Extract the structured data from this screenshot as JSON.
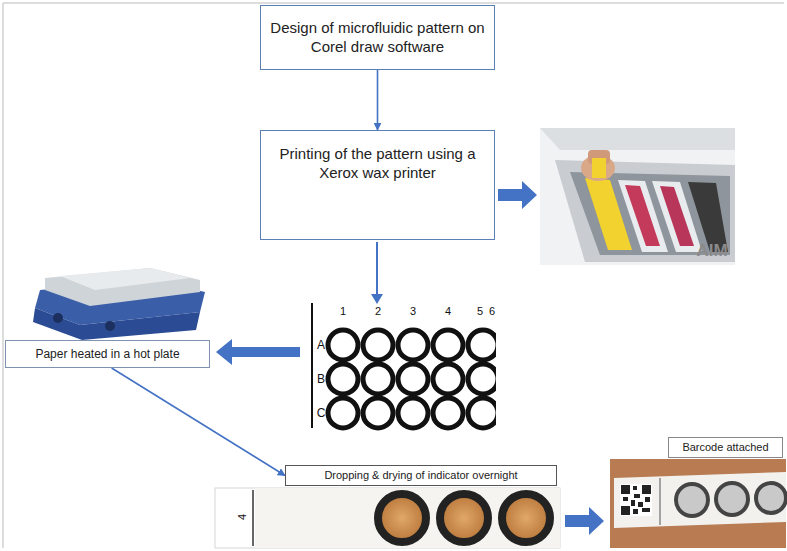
{
  "diagram": {
    "nodes": [
      {
        "text": [
          "Design of microfluidic pattern on Corel draw software"
        ]
      },
      {
        "text": [
          "Printing of the pattern using a Xerox wax printer"
        ]
      },
      {
        "text": [
          "Paper heated in a hot plate"
        ]
      },
      {
        "text": [
          "Dropping & drying of indicator overnight"
        ]
      },
      {
        "text": [
          "Barcode attached"
        ]
      }
    ],
    "edges": [
      {
        "from": 0,
        "to": 1,
        "arrow": "to"
      },
      {
        "from": 2,
        "to": 3,
        "arrow": "to"
      }
    ],
    "labels": [
      "1",
      "2",
      "3",
      "4",
      "5",
      "6",
      "A",
      "B",
      "C",
      "AIM",
      "4"
    ]
  }
}
